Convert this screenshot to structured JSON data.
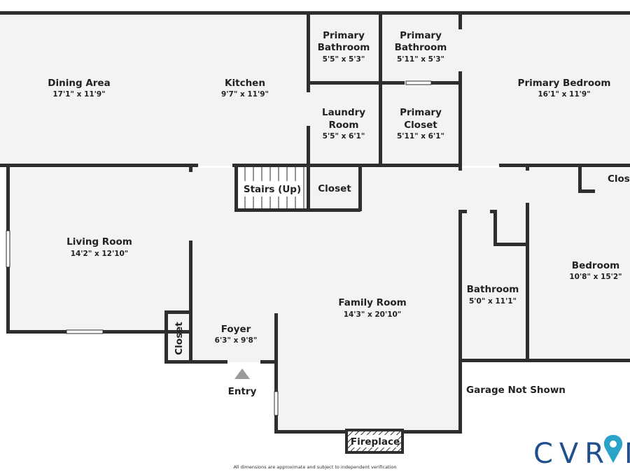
{
  "colors": {
    "wall": "#2e2e2e",
    "floor": "#f3f3f3",
    "window": "#ffffff",
    "logo_text": "#1f4f8c",
    "logo_accent": "#2aa3c8"
  },
  "rooms": {
    "dining": {
      "name": "Dining Area",
      "dim": "17'1\" x 11'9\""
    },
    "kitchen": {
      "name": "Kitchen",
      "dim": "9'7\" x 11'9\""
    },
    "primary_bath_1": {
      "name_1": "Primary",
      "name_2": "Bathroom",
      "dim": "5'5\" x 5'3\""
    },
    "primary_bath_2": {
      "name_1": "Primary",
      "name_2": "Bathroom",
      "dim": "5'11\" x 5'3\""
    },
    "primary_bedroom": {
      "name": "Primary Bedroom",
      "dim": "16'1\" x 11'9\""
    },
    "laundry": {
      "name_1": "Laundry",
      "name_2": "Room",
      "dim": "5'5\" x 6'1\""
    },
    "primary_closet": {
      "name_1": "Primary",
      "name_2": "Closet",
      "dim": "5'11\" x 6'1\""
    },
    "stairs": {
      "name": "Stairs (Up)"
    },
    "closet_hall": {
      "name": "Closet"
    },
    "closet_right": {
      "name": "Close"
    },
    "living": {
      "name": "Living Room",
      "dim": "14'2\" x 12'10\""
    },
    "family": {
      "name": "Family Room",
      "dim": "14'3\" x 20'10\""
    },
    "bedroom": {
      "name": "Bedroom",
      "dim": "10'8\" x 15'2\""
    },
    "bathroom": {
      "name": "Bathroom",
      "dim": "5'0\" x 11'1\""
    },
    "foyer": {
      "name": "Foyer",
      "dim": "6'3\" x 9'8\""
    },
    "closet_foyer": {
      "name": "Closet"
    }
  },
  "labels": {
    "entry": "Entry",
    "garage": "Garage Not Shown",
    "fireplace": "Fireplace"
  },
  "disclaimer": "All dimensions are approximate and subject to independent verification",
  "logo": {
    "text": "CVR",
    "tail": "M",
    "icon": "location-pin-icon"
  }
}
